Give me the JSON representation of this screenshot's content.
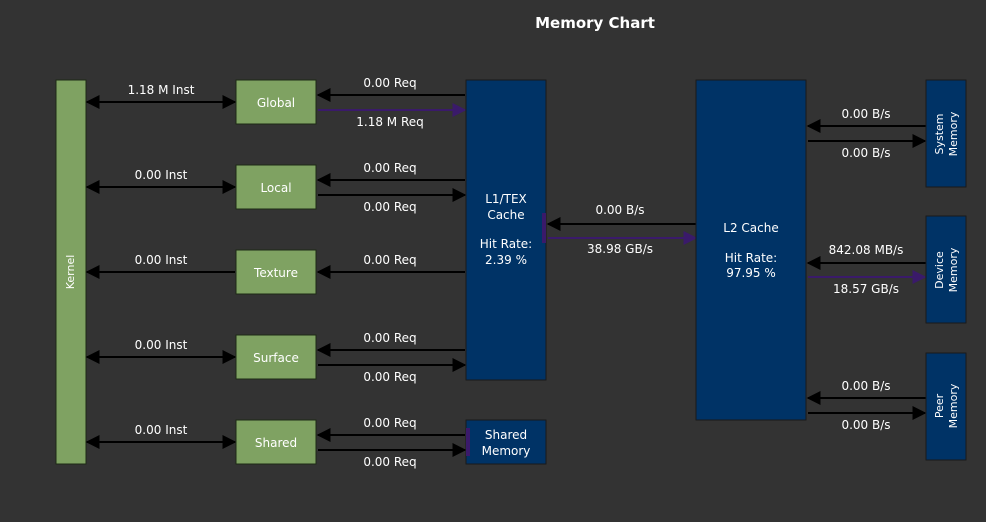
{
  "title": "Memory Chart",
  "colors": {
    "background": "#333333",
    "green_block": "#7fa262",
    "blue_block": "#003366",
    "arrow": "#000000",
    "highlight": "#3a1a6a"
  },
  "kernel": {
    "label": "Kernel"
  },
  "rows": [
    {
      "id": "global",
      "label": "Global",
      "inst": "1.18 M Inst",
      "req_top": "0.00 Req",
      "req_bottom": "1.18 M Req"
    },
    {
      "id": "local",
      "label": "Local",
      "inst": "0.00 Inst",
      "req_top": "0.00 Req",
      "req_bottom": "0.00 Req"
    },
    {
      "id": "texture",
      "label": "Texture",
      "inst": "0.00 Inst",
      "req_top": "0.00 Req"
    },
    {
      "id": "surface",
      "label": "Surface",
      "inst": "0.00 Inst",
      "req_top": "0.00 Req",
      "req_bottom": "0.00 Req"
    },
    {
      "id": "shared",
      "label": "Shared",
      "inst": "0.00 Inst",
      "req_top": "0.00 Req",
      "req_bottom": "0.00 Req"
    }
  ],
  "l1": {
    "label_1": "L1/TEX",
    "label_2": "Cache",
    "hit_label": "Hit Rate:",
    "hit_value": "2.39 %"
  },
  "shared_memory": {
    "label_1": "Shared",
    "label_2": "Memory"
  },
  "l1_l2": {
    "top": "0.00 B/s",
    "bottom": "38.98 GB/s"
  },
  "l2": {
    "label": "L2 Cache",
    "hit_label": "Hit Rate:",
    "hit_value": "97.95 %"
  },
  "memories": [
    {
      "id": "system",
      "label_1": "System",
      "label_2": "Memory",
      "top": "0.00 B/s",
      "bottom": "0.00 B/s"
    },
    {
      "id": "device",
      "label_1": "Device",
      "label_2": "Memory",
      "top": "842.08 MB/s",
      "bottom": "18.57 GB/s"
    },
    {
      "id": "peer",
      "label_1": "Peer",
      "label_2": "Memory",
      "top": "0.00 B/s",
      "bottom": "0.00 B/s"
    }
  ]
}
